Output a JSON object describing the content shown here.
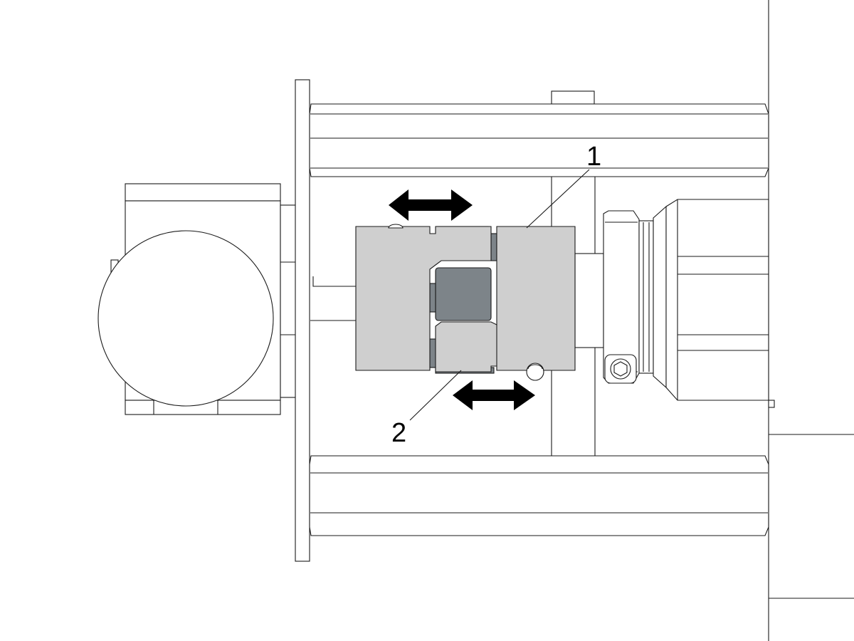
{
  "callouts": [
    {
      "id": "1",
      "text": "1"
    },
    {
      "id": "2",
      "text": "2"
    }
  ],
  "colors": {
    "coupling_hub": "#cfcfcf",
    "spider_insert": "#7d8489",
    "arrow": "#000000"
  },
  "icons": [
    "double-arrow-icon",
    "double-arrow-icon"
  ]
}
